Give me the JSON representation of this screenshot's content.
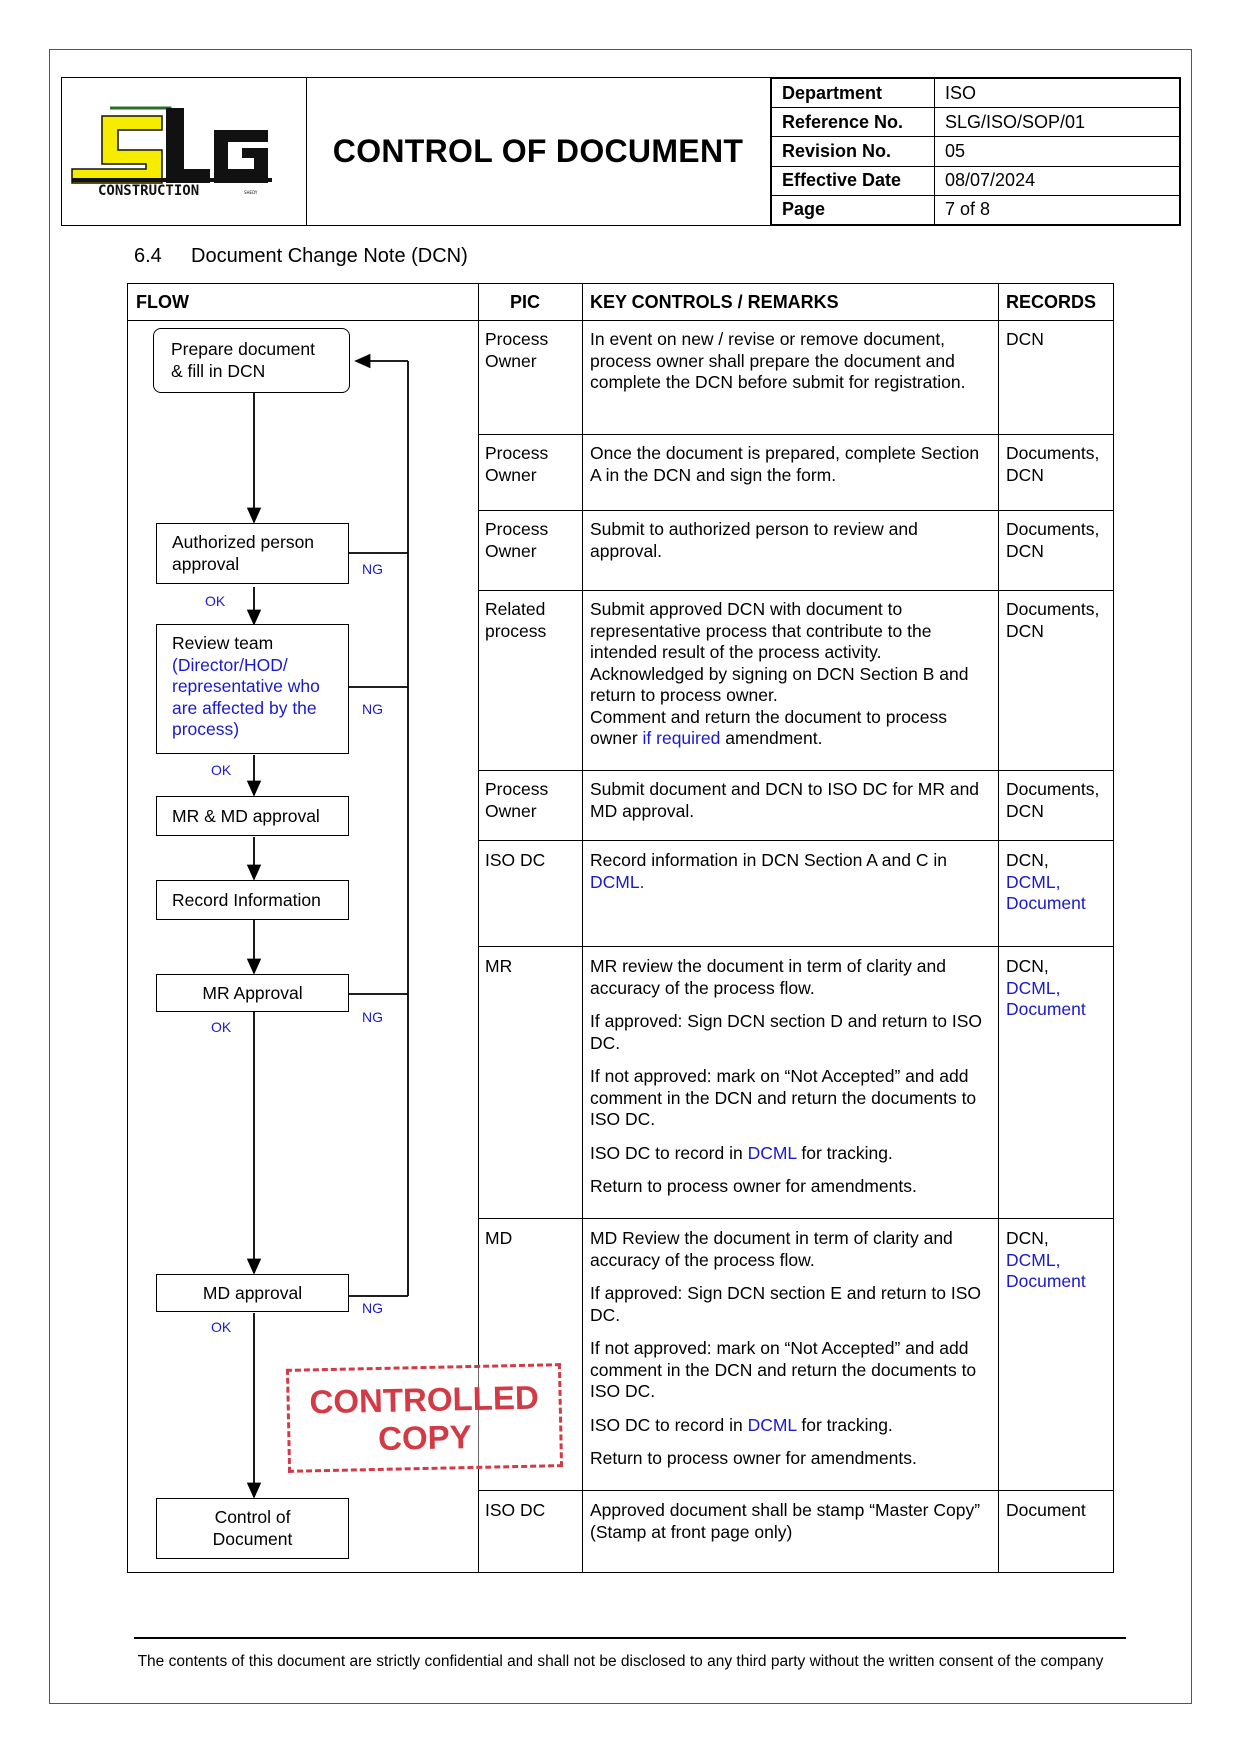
{
  "logo": {
    "wordmark": "SLG",
    "subtext": "CONSTRUCTION",
    "tiny": "SHEDY",
    "colors": {
      "yellow": "#f5ec00",
      "green": "#2a6e2a",
      "black": "#111111"
    }
  },
  "header": {
    "title": "CONTROL OF DOCUMENT",
    "rows": [
      {
        "label": "Department",
        "value": "ISO"
      },
      {
        "label": "Reference No.",
        "value": "SLG/ISO/SOP/01"
      },
      {
        "label": "Revision No.",
        "value": "05"
      },
      {
        "label": "Effective Date",
        "value": "08/07/2024"
      },
      {
        "label": "Page",
        "value": "7 of 8"
      }
    ]
  },
  "section": {
    "number": "6.4",
    "title": "Document Change Note (DCN)"
  },
  "table": {
    "headers": {
      "flow": "FLOW",
      "pic": "PIC",
      "remarks": "KEY CONTROLS / REMARKS",
      "records": "RECORDS"
    },
    "rows": [
      {
        "pic": "Process Owner",
        "remarks": [
          "In event on new / revise or remove document, process owner shall prepare the document and complete the DCN before submit for registration."
        ],
        "records": "DCN"
      },
      {
        "pic": "Process Owner",
        "remarks": [
          "Once the document is prepared, complete Section A in the DCN and sign the form."
        ],
        "records": "Documents, DCN"
      },
      {
        "pic": "Process Owner",
        "remarks": [
          "Submit to authorized person to review and approval."
        ],
        "records": "Documents, DCN"
      },
      {
        "pic": "Related process",
        "remarks": [
          "Submit approved DCN with document to representative process that contribute to the intended result of the process activity.",
          "Acknowledged by signing on DCN Section B and return to process owner.",
          "Comment and return the document to process owner ",
          "if required",
          " amendment."
        ],
        "records": "Documents, DCN"
      },
      {
        "pic": "Process Owner",
        "remarks": [
          "Submit document and DCN to ISO DC for MR and MD approval."
        ],
        "records": "Documents, DCN"
      },
      {
        "pic": "ISO DC",
        "remarks": [
          "Record information in DCN Section A and C in ",
          "DCML."
        ],
        "records": [
          "DCN,",
          "DCML,",
          "Document"
        ]
      },
      {
        "pic": "MR",
        "remarks": [
          "MR review the document in term of clarity and accuracy of the process flow.",
          "If approved: Sign DCN section D and return to ISO DC.",
          "If not approved: mark on “Not Accepted” and add comment in the DCN and return the documents to ISO DC.",
          "ISO DC to record in ",
          "DCML",
          " for tracking.",
          "Return to process owner for amendments."
        ],
        "records": [
          "DCN,",
          "DCML,",
          "Document"
        ]
      },
      {
        "pic": "MD",
        "remarks": [
          "MD Review the document in term of clarity and accuracy of the process flow.",
          "If approved: Sign DCN section E and return to ISO DC.",
          "If not approved: mark on “Not Accepted” and add comment in the DCN and return the documents to ISO DC.",
          "ISO DC to record in ",
          "DCML",
          " for tracking.",
          "Return to process owner for amendments."
        ],
        "records": [
          "DCN,",
          "DCML,",
          "Document"
        ]
      },
      {
        "pic": "ISO DC",
        "remarks": [
          "Approved document shall be stamp “Master Copy” (Stamp at front page only)"
        ],
        "records": "Document"
      }
    ]
  },
  "flow": {
    "prepare": [
      "Prepare document",
      "& fill in DCN"
    ],
    "authorized": [
      "Authorized person",
      "approval"
    ],
    "review": [
      "Review team",
      "(Director/HOD/",
      "representative who",
      "are affected by the",
      "process)"
    ],
    "mrmd": "MR & MD approval",
    "record": "Record Information",
    "mr": "MR Approval",
    "md": "MD approval",
    "control": [
      "Control of",
      "Document"
    ],
    "ok": "OK",
    "ng": "NG"
  },
  "stamp": [
    "CONTROLLED",
    "COPY"
  ],
  "footer": "The contents of this document are strictly confidential and shall not be disclosed to any third party without the written consent of the company"
}
